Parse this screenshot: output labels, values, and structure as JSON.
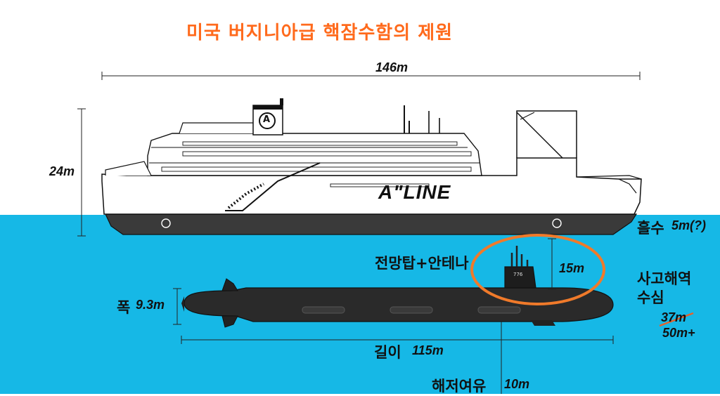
{
  "title": "미국 버지니아급 핵잠수함의 제원",
  "ferry": {
    "logo_letter": "A",
    "hull_brand": "A\"LINE",
    "length": "146m",
    "height": "24m",
    "draft_label": "흘수",
    "draft_value": "5m(?)"
  },
  "submarine": {
    "hull_number": "776",
    "sail_label": "전망탑+안테나",
    "sail_height": "15m",
    "beam_label": "폭",
    "beam_value": "9.3m",
    "length_label": "길이",
    "length_value": "115m",
    "clearance_label": "해저여유",
    "clearance_value": "10m"
  },
  "accident_site": {
    "label_line1": "사고해역",
    "label_line2": "수심",
    "old_depth": "37m",
    "new_depth": "50m+"
  },
  "colors": {
    "title": "#ff6a1c",
    "sea": "#16b8e6",
    "highlight_ellipse": "#f07a2a",
    "strike": "#e8602a"
  }
}
